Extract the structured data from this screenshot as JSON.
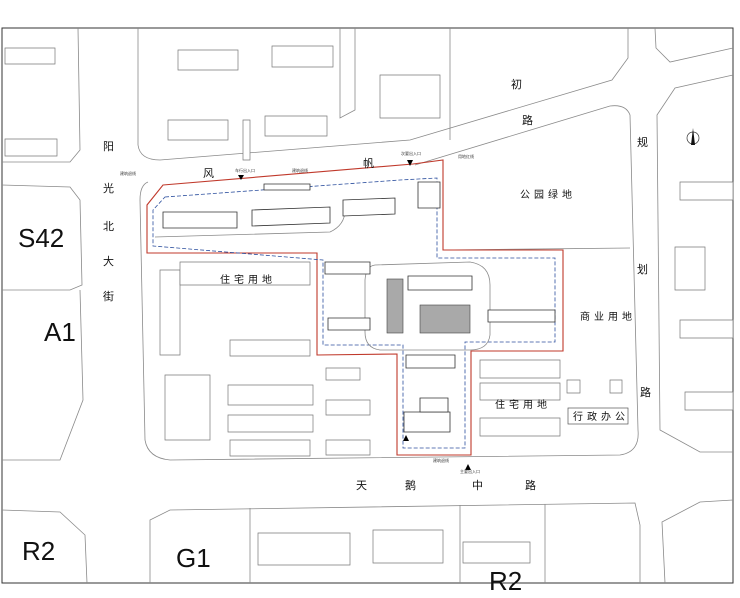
{
  "parcels": {
    "s42": "S42",
    "a1": "A1",
    "r2_left": "R2",
    "g1": "G1",
    "r2_bottom": "R2"
  },
  "roads": {
    "west": [
      "阳",
      "光",
      "北",
      "大",
      "街"
    ],
    "north": [
      "风",
      "帆",
      "初",
      "路"
    ],
    "east": [
      "规",
      "划",
      "路"
    ],
    "south": [
      "天",
      "鹅",
      "中",
      "路"
    ]
  },
  "land_use": {
    "park": "公园绿地",
    "residential_1": "住宅用地",
    "residential_2": "住宅用地",
    "commercial": "商业用地",
    "admin": "行政办公"
  },
  "annotations": {
    "vehicle_entrance": "车行出入口",
    "secondary_entrance": "次要出入口",
    "main_entrance": "主要出入口",
    "red_line": "用地红线",
    "setback_line_top": "建筑退线",
    "setback_line_bottom": "建筑退线",
    "west_setback": "建筑退线"
  },
  "colors": {
    "site_boundary": "#c0392b",
    "setback": "#2c4f9e"
  }
}
